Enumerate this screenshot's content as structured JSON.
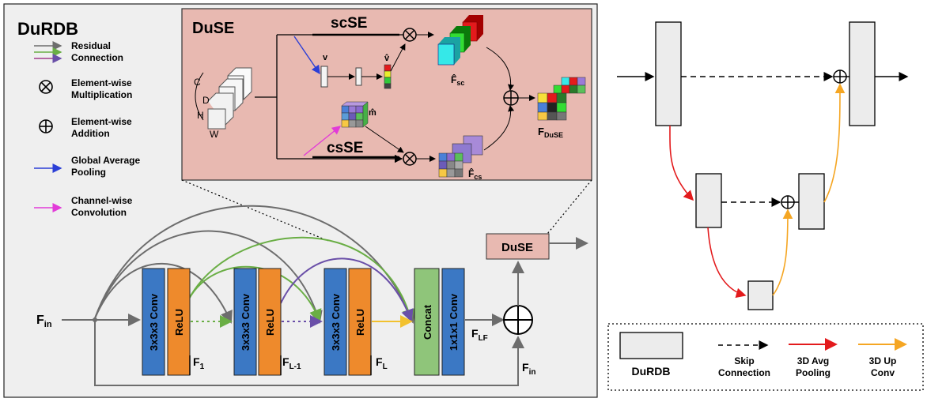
{
  "left": {
    "title": "DuRDB",
    "legend": [
      {
        "icon": "arrows-icon",
        "lines": [
          "Residual",
          "Connection"
        ]
      },
      {
        "icon": "otimes-icon",
        "lines": [
          "Element-wise",
          "Multiplication"
        ]
      },
      {
        "icon": "oplus-icon",
        "lines": [
          "Element-wise",
          "Addition"
        ]
      },
      {
        "icon": "blue-arrow-icon",
        "lines": [
          "Global Average",
          "Pooling"
        ]
      },
      {
        "icon": "magenta-arrow-icon",
        "lines": [
          "Channel-wise",
          "Convolution"
        ]
      }
    ],
    "duse": {
      "title": "DuSE",
      "scse": "scSE",
      "csse": "csSE",
      "dims": {
        "c": "C",
        "d": "D",
        "h": "H",
        "w": "W"
      },
      "v": "v",
      "v_hat": "v̂",
      "m_hat": "m̂",
      "f_sc_main": "F̂",
      "f_sc_sub": "sc",
      "f_cs_main": "F̂",
      "f_cs_sub": "cs",
      "f_duse_main": "F",
      "f_duse_sub": "DuSE"
    },
    "blocks": {
      "conv": "3x3x3 Conv",
      "relu": "ReLU",
      "concat": "Concat",
      "conv1": "1x1x1 Conv",
      "duse": "DuSE"
    },
    "labels": {
      "fin_main": "F",
      "fin_sub": "in",
      "f1_main": "F",
      "f1_sub": "1",
      "fl1_main": "F",
      "fl1_sub": "L-1",
      "fl_main": "F",
      "fl_sub": "L",
      "flf_main": "F",
      "flf_sub": "LF",
      "fin2_main": "F",
      "fin2_sub": "in"
    },
    "colors": {
      "conv": "#3b78c4",
      "relu": "#ee8a2c",
      "concat": "#8fc57a",
      "duse_panel": "#e8b9b1",
      "panel": "#efefef",
      "gray_arrow": "#6d6d6d",
      "green_arrow": "#6aae45",
      "purple_arrow": "#6a4fa8",
      "blue_arrow": "#2b3fd6",
      "magenta_arrow": "#e23bd8",
      "yellow_arrow": "#f2c12e"
    }
  },
  "right": {
    "legend": {
      "block": "DuRDB",
      "skip": [
        "Skip",
        "Connection"
      ],
      "pool": [
        "3D Avg",
        "Pooling"
      ],
      "up": [
        "3D Up",
        "Conv"
      ]
    },
    "colors": {
      "pool": "#e31a1c",
      "up": "#f5a623",
      "block": "#ececec"
    }
  }
}
